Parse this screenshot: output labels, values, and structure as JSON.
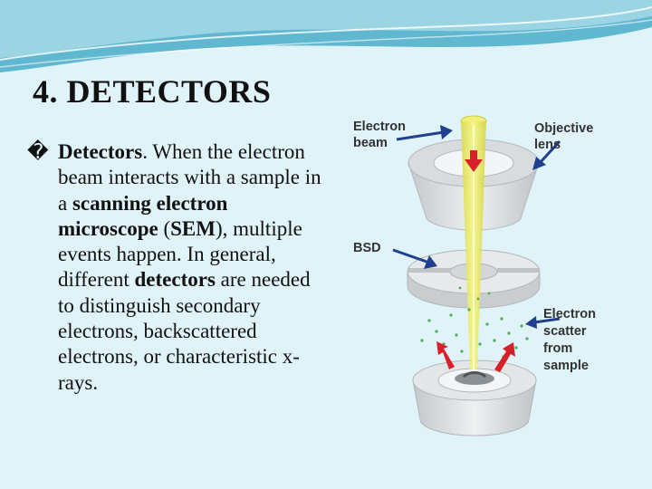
{
  "slide": {
    "title": "4.  DETECTORS",
    "bullet_glyph": "�",
    "body": {
      "term": "Detectors",
      "intro": ". When the electron beam interacts with a sample in a ",
      "sem_term": "scanning electron microscope",
      "sem_abbr_open": " (",
      "sem_abbr": "SEM",
      "sem_abbr_close": "), multiple events happen. In general, different ",
      "detectors_term": "detectors",
      "ending": " are needed to distinguish secondary electrons, backscattered electrons, or characteristic x-rays."
    }
  },
  "diagram": {
    "labels": {
      "electron_beam_1": "Electron",
      "electron_beam_2": "beam",
      "objective_lens_1": "Objective",
      "objective_lens_2": "lens",
      "bsd": "BSD",
      "scatter_1": "Electron",
      "scatter_2": "scatter",
      "scatter_3": "from",
      "scatter_4": "sample"
    },
    "colors": {
      "beam": "#e8e84a",
      "arrow_red": "#d8202a",
      "arrow_blue": "#1f3f8f",
      "scatter_dots": "#4caf50",
      "part_gray": "#cfd3d6"
    }
  }
}
